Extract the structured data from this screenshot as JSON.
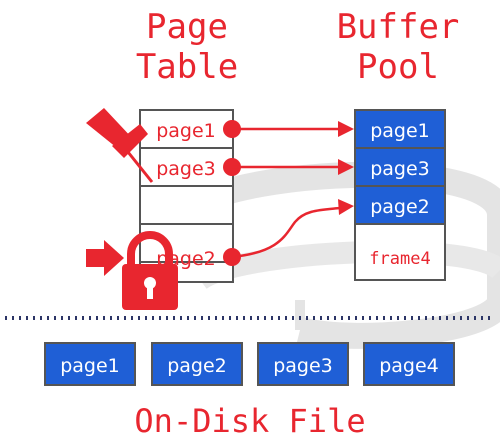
{
  "page_table": {
    "title_line1": "Page",
    "title_line2": "Table",
    "rows": [
      "page1",
      "page3",
      "",
      "page2"
    ]
  },
  "buffer_pool": {
    "title_line1": "Buffer",
    "title_line2": "Pool",
    "frames": [
      "page1",
      "page3",
      "page2",
      "frame4"
    ]
  },
  "disk": {
    "pages": [
      "page1",
      "page2",
      "page3",
      "page4"
    ],
    "label": "On-Disk File"
  },
  "icons": [
    "pushpin-icon",
    "arrow-right-icon",
    "lock-icon",
    "database-cylinder-icon"
  ],
  "colors": {
    "accent_red": "#e8262f",
    "page_blue": "#1f5fd6",
    "divider_navy": "#2c3566",
    "background_gray": "#c8c8c8"
  }
}
